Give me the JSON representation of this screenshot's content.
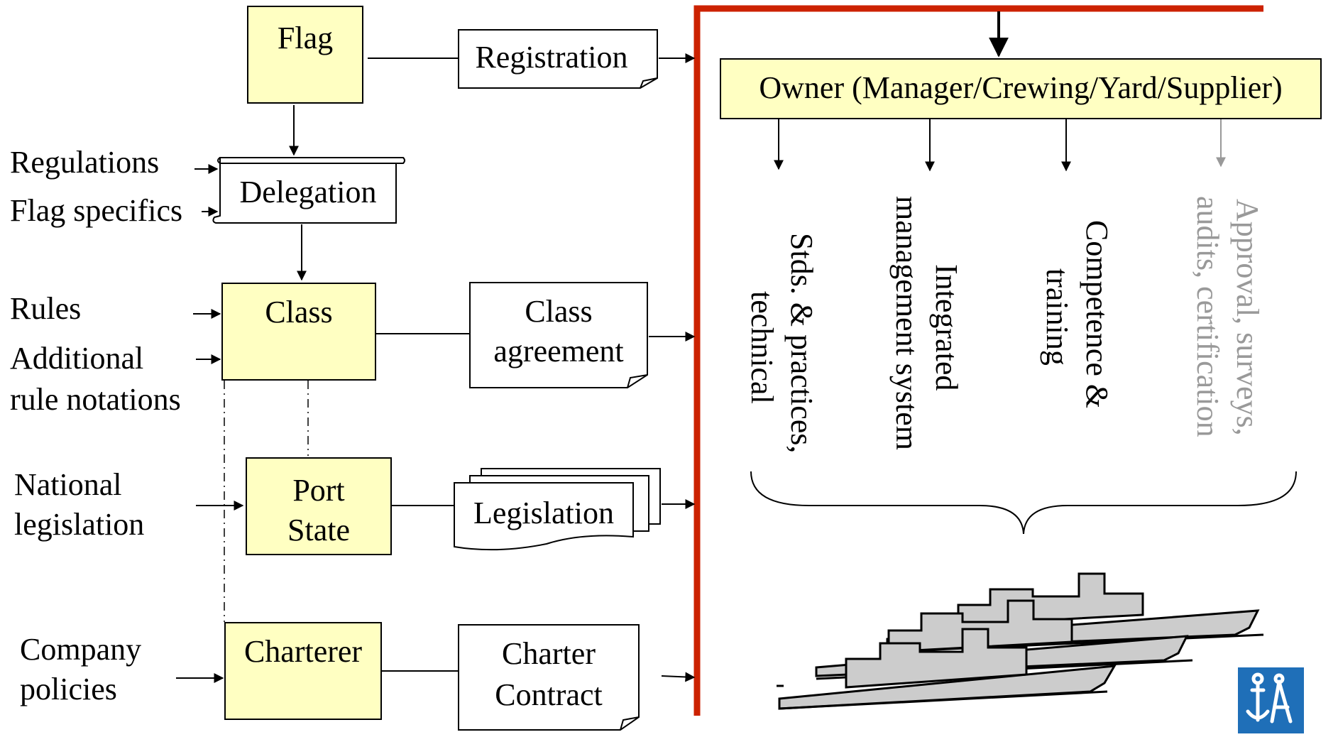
{
  "nodes": {
    "flag": "Flag",
    "registration": "Registration",
    "delegation": "Delegation",
    "class": "Class",
    "class_agreement_line1": "Class",
    "class_agreement_line2": "agreement",
    "port_state_line1": "Port",
    "port_state_line2": "State",
    "legislation": "Legislation",
    "charterer": "Charterer",
    "charter_contract_line1": "Charter",
    "charter_contract_line2": "Contract",
    "owner": "Owner (Manager/Crewing/Yard/Supplier)"
  },
  "inputs": {
    "regulations": "Regulations",
    "flag_specifics": "Flag specifics",
    "rules": "Rules",
    "additional_line1": "Additional",
    "additional_line2": "rule notations",
    "national_line1": "National",
    "national_line2": "legislation",
    "company_line1": "Company",
    "company_line2": "policies"
  },
  "owner_outputs": [
    {
      "line1": "Stds. & practices,",
      "line2": "technical",
      "color": "#000000"
    },
    {
      "line1": "Integrated",
      "line2": "management system",
      "color": "#000000"
    },
    {
      "line1": "Competence &",
      "line2": "training",
      "color": "#000000"
    },
    {
      "line1": "Approval, surveys,",
      "line2": "audits, certification",
      "color": "#999999"
    }
  ],
  "colors": {
    "box_fill": "#ffffc2",
    "red_bar": "#cc2200",
    "logo": "#1f6fb8",
    "ship_fill": "#cccccc"
  }
}
